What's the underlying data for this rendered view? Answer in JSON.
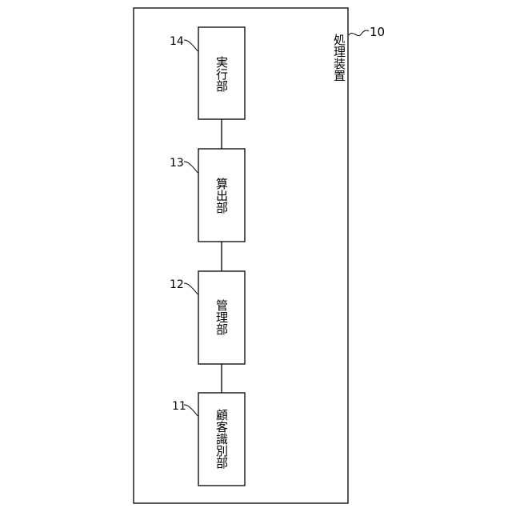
{
  "device": {
    "label": "処理装置",
    "ref": "10"
  },
  "blocks": [
    {
      "ref": "14",
      "label": "実行部"
    },
    {
      "ref": "13",
      "label": "算出部"
    },
    {
      "ref": "12",
      "label": "管理部"
    },
    {
      "ref": "11",
      "label": "顧客識別部"
    }
  ]
}
